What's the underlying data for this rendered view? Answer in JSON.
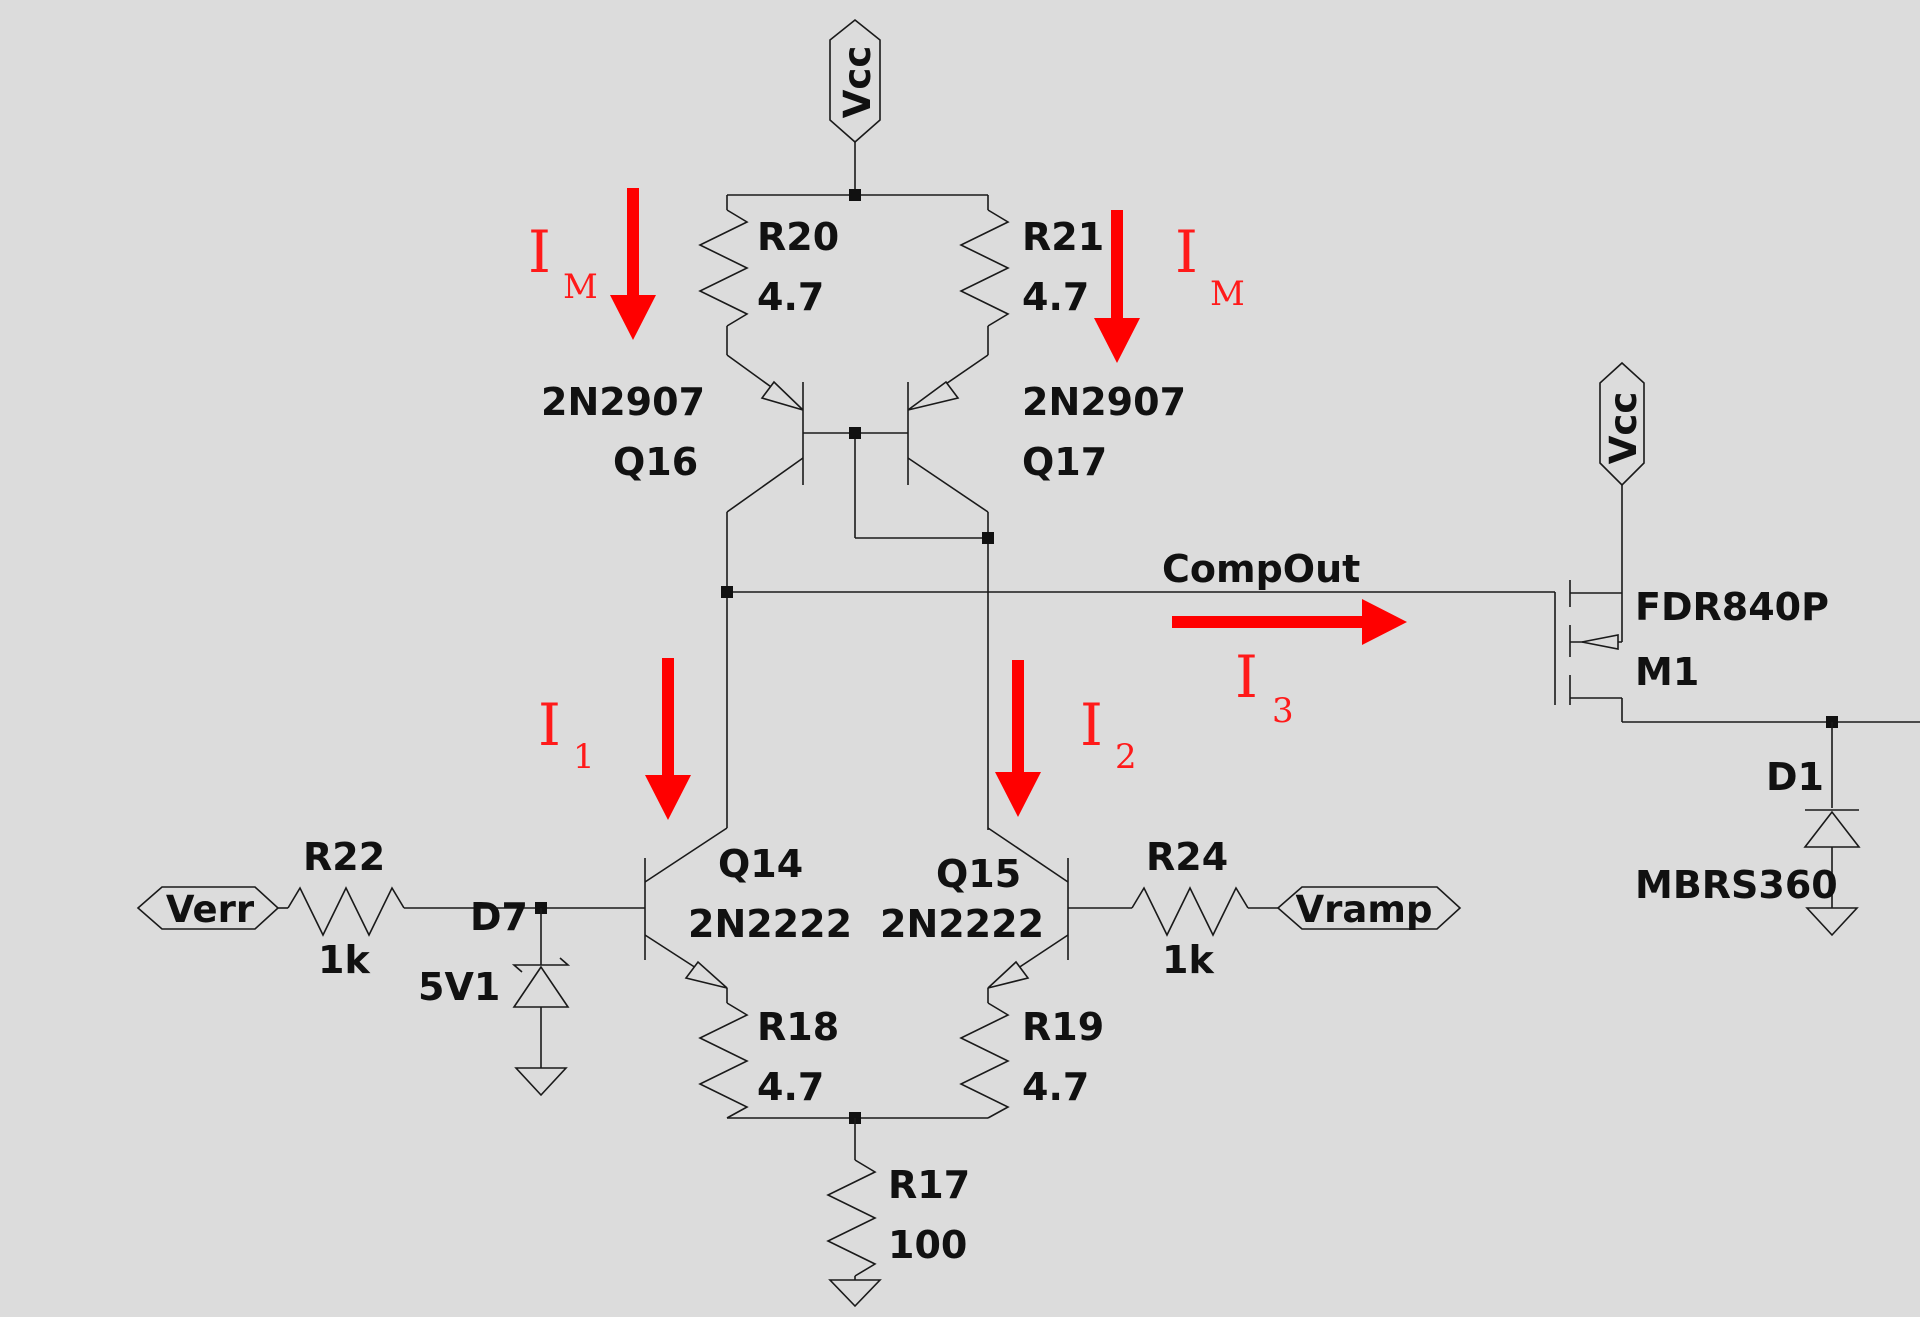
{
  "components": {
    "R20": {
      "ref": "R20",
      "value": "4.7"
    },
    "R21": {
      "ref": "R21",
      "value": "4.7"
    },
    "Q16": {
      "ref": "Q16",
      "model": "2N2907"
    },
    "Q17": {
      "ref": "Q17",
      "model": "2N2907"
    },
    "Q14": {
      "ref": "Q14",
      "model": "2N2222"
    },
    "Q15": {
      "ref": "Q15",
      "model": "2N2222"
    },
    "R18": {
      "ref": "R18",
      "value": "4.7"
    },
    "R19": {
      "ref": "R19",
      "value": "4.7"
    },
    "R17": {
      "ref": "R17",
      "value": "100"
    },
    "R22": {
      "ref": "R22",
      "value": "1k"
    },
    "R24": {
      "ref": "R24",
      "value": "1k"
    },
    "D7": {
      "ref": "D7",
      "value": "5V1"
    },
    "D1": {
      "ref": "D1",
      "model": "MBRS360"
    },
    "M1": {
      "ref": "M1",
      "model": "FDR840P"
    }
  },
  "nets": {
    "vcc_top": "Vcc",
    "vcc_right": "Vcc",
    "compout": "CompOut",
    "verr": "Verr",
    "vramp": "Vramp"
  },
  "currents": {
    "im_left": {
      "main": "I",
      "sub": "M"
    },
    "im_right": {
      "main": "I",
      "sub": "M"
    },
    "i1": {
      "main": "I",
      "sub": "1"
    },
    "i2": {
      "main": "I",
      "sub": "2"
    },
    "i3": {
      "main": "I",
      "sub": "3"
    }
  },
  "colors": {
    "background": "#dcdcdc",
    "wire": "#1a1a1a",
    "annotation": "#ff0000"
  }
}
